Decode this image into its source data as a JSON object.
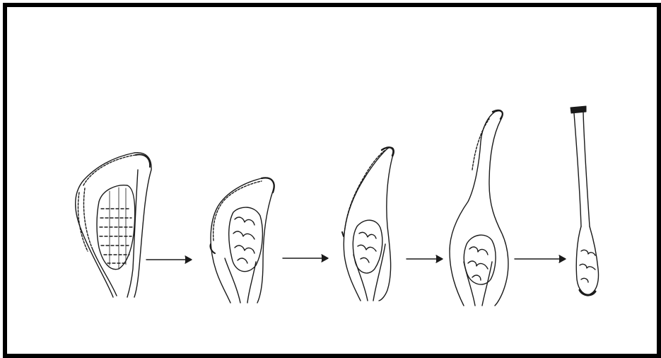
{
  "diagram": {
    "stage_count": 5,
    "arrow_count": 4,
    "line_color": "#1a1a1a",
    "background": "#ffffff",
    "border_color": "#000000",
    "stages": [
      {
        "id": 1
      },
      {
        "id": 2
      },
      {
        "id": 3
      },
      {
        "id": 4
      },
      {
        "id": 5
      }
    ]
  }
}
